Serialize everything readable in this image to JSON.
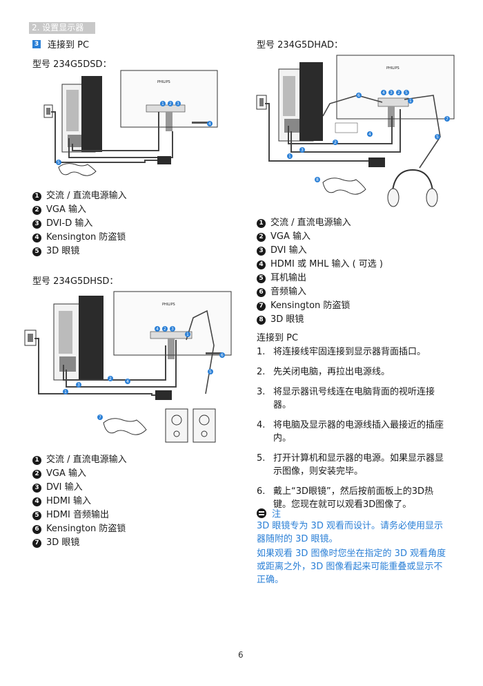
{
  "section_tab": "2. 设置显示器",
  "step": {
    "number": "3",
    "title": "连接到 PC"
  },
  "left": {
    "model1": {
      "title": "型号 234G5DSD：",
      "items": [
        {
          "n": "1",
          "label": "交流 / 直流电源输入"
        },
        {
          "n": "2",
          "label": "VGA 输入"
        },
        {
          "n": "3",
          "label": "DVI-D 输入"
        },
        {
          "n": "4",
          "label": "Kensington 防盗锁"
        },
        {
          "n": "5",
          "label": "3D 眼镜"
        }
      ]
    },
    "model2": {
      "title": "型号 234G5DHSD：",
      "items": [
        {
          "n": "1",
          "label": "交流 / 直流电源输入"
        },
        {
          "n": "2",
          "label": "VGA 输入"
        },
        {
          "n": "3",
          "label": "DVI 输入"
        },
        {
          "n": "4",
          "label": "HDMI 输入"
        },
        {
          "n": "5",
          "label": "HDMI 音频输出"
        },
        {
          "n": "6",
          "label": "Kensington 防盗锁"
        },
        {
          "n": "7",
          "label": "3D 眼镜"
        }
      ]
    }
  },
  "right": {
    "model3": {
      "title": "型号 234G5DHAD：",
      "items": [
        {
          "n": "1",
          "label": "交流 / 直流电源输入"
        },
        {
          "n": "2",
          "label": "VGA 输入"
        },
        {
          "n": "3",
          "label": "DVI 输入"
        },
        {
          "n": "4",
          "label": "HDMI 或 MHL 输入 ( 可选 )"
        },
        {
          "n": "5",
          "label": "耳机输出"
        },
        {
          "n": "6",
          "label": "音频输入"
        },
        {
          "n": "7",
          "label": "Kensington 防盗锁"
        },
        {
          "n": "8",
          "label": "3D 眼镜"
        }
      ]
    },
    "connect": {
      "title": "连接到 PC",
      "steps": [
        {
          "n": "1.",
          "text": "将连接线牢固连接到显示器背面插口。"
        },
        {
          "n": "2.",
          "text": "先关闭电脑，再拉出电源线。"
        },
        {
          "n": "3.",
          "text": "将显示器讯号线连在电脑背面的视听连接器。"
        },
        {
          "n": "4.",
          "text": "将电脑及显示器的电源线插入最接近的插座内。"
        },
        {
          "n": "5.",
          "text": "打开计算机和显示器的电源。如果显示器显示图像，则安装完毕。"
        },
        {
          "n": "6.",
          "text": "戴上“3D眼镜”，然后按前面板上的3D热键。您现在就可以观看3D图像了。"
        }
      ]
    },
    "note": {
      "label": "注",
      "p1": "3D 眼镜专为 3D 观看而设计。请务必使用显示器随附的 3D 眼镜。",
      "p2": "如果观看 3D 图像时您坐在指定的 3D 观看角度或距离之外，3D 图像看起来可能重叠或显示不正确。"
    }
  },
  "monitor_logo": "PHILIPS",
  "page_number": "6",
  "colors": {
    "accent": "#2a7fd6",
    "tab": "#c8c8c8"
  }
}
